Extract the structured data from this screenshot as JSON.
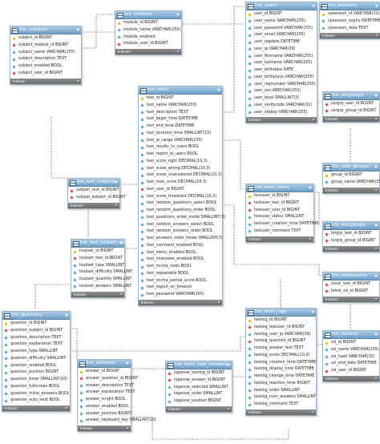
{
  "diagram": {
    "footer_label": "Indexes",
    "tables": [
      {
        "name": "tce_subjects",
        "fields": [
          {
            "n": "subject_id BIGINT",
            "t": "key"
          },
          {
            "n": "subject_module_id BIGINT",
            "t": "fk"
          },
          {
            "n": "subject_name VARCHAR(255)",
            "t": "col"
          },
          {
            "n": "subject_description TEXT",
            "t": "col"
          },
          {
            "n": "subject_enabled BOOL",
            "t": "col"
          },
          {
            "n": "subject_user_id BIGINT",
            "t": "fk"
          }
        ]
      },
      {
        "name": "tce_modules",
        "fields": [
          {
            "n": "module_id BIGINT",
            "t": "key"
          },
          {
            "n": "module_name VARCHAR(255)",
            "t": "col"
          },
          {
            "n": "module_enabled",
            "t": "col"
          },
          {
            "n": "module_user_id BIGINT",
            "t": "fk"
          }
        ]
      },
      {
        "name": "tce_users",
        "fields": [
          {
            "n": "user_id BIGINT",
            "t": "key"
          },
          {
            "n": "user_name VARCHAR(255)",
            "t": "col"
          },
          {
            "n": "user_password VARCHAR(255)",
            "t": "col"
          },
          {
            "n": "user_email VARCHAR(255)",
            "t": "col"
          },
          {
            "n": "user_regdate DATETIME",
            "t": "col"
          },
          {
            "n": "user_ip VARCHAR(39)",
            "t": "col"
          },
          {
            "n": "user_firstname VARCHAR(255)",
            "t": "col"
          },
          {
            "n": "user_lastname VARCHAR(255)",
            "t": "col"
          },
          {
            "n": "user_birthdate DATE",
            "t": "col"
          },
          {
            "n": "user_birthplace VARCHAR(255)",
            "t": "col"
          },
          {
            "n": "user_regnumber VARCHAR(255)",
            "t": "col"
          },
          {
            "n": "user_ssn VARCHAR(255)",
            "t": "col"
          },
          {
            "n": "user_level SMALLINT(3)",
            "t": "col"
          },
          {
            "n": "user_verifycode VARCHAR(32)",
            "t": "col"
          },
          {
            "n": "user_otpkey VARCHAR(255)",
            "t": "col"
          }
        ]
      },
      {
        "name": "tce_sessions",
        "fields": [
          {
            "n": "cpsession_id VARCHAR(32)",
            "t": "key"
          },
          {
            "n": "cpsession_expiry DATETIME",
            "t": "col"
          },
          {
            "n": "cpsession_data TEXT",
            "t": "col"
          }
        ]
      },
      {
        "name": "tce_tests",
        "fields": [
          {
            "n": "test_id BIGINT",
            "t": "key"
          },
          {
            "n": "test_name VARCHAR(255)",
            "t": "col"
          },
          {
            "n": "test_description TEXT",
            "t": "col"
          },
          {
            "n": "test_begin_time DATETIME",
            "t": "col"
          },
          {
            "n": "test_end_time DATETIME",
            "t": "col"
          },
          {
            "n": "test_duration_time SMALLINT(10)",
            "t": "col"
          },
          {
            "n": "test_ip_range VARCHAR(255)",
            "t": "col"
          },
          {
            "n": "test_results_to_users BOOL",
            "t": "col"
          },
          {
            "n": "test_report_to_users BOOL",
            "t": "col"
          },
          {
            "n": "test_score_right DECIMAL(10,3)",
            "t": "col"
          },
          {
            "n": "test_score_wrong DECIMAL(10,3)",
            "t": "col"
          },
          {
            "n": "test_score_unanswered DECIMAL(10,3)",
            "t": "col"
          },
          {
            "n": "test_max_score DECIMAL(10,3)",
            "t": "col"
          },
          {
            "n": "test_user_id BIGINT",
            "t": "fk"
          },
          {
            "n": "test_score_threshold DECIMAL(10,3)",
            "t": "col"
          },
          {
            "n": "test_random_questions_select BOOL",
            "t": "col"
          },
          {
            "n": "test_random_questions_order BOOL",
            "t": "col"
          },
          {
            "n": "test_questions_order_mode SMALLINT(3)",
            "t": "col"
          },
          {
            "n": "test_random_answers_select BOOL",
            "t": "col"
          },
          {
            "n": "test_random_answers_order BOOL",
            "t": "col"
          },
          {
            "n": "test_answers_order_mode SMALLINT(3)",
            "t": "col"
          },
          {
            "n": "test_comment_enabled BOOL",
            "t": "col"
          },
          {
            "n": "test_menu_enabled BOOL",
            "t": "col"
          },
          {
            "n": "test_noanswer_enabled BOOL",
            "t": "col"
          },
          {
            "n": "test_mcma_radio BOOL",
            "t": "col"
          },
          {
            "n": "test_repeatable BOOL",
            "t": "col"
          },
          {
            "n": "test_mcma_partial_score BOOL",
            "t": "col"
          },
          {
            "n": "test_logout_on_timeout",
            "t": "col"
          },
          {
            "n": "test_password VARCHAR(255)",
            "t": "col"
          }
        ]
      },
      {
        "name": "tce_usrgroups",
        "fields": [
          {
            "n": "usrgrp_user_id BIGINT",
            "t": "fk"
          },
          {
            "n": "usrgrp_group_id BIGINT",
            "t": "fk"
          }
        ]
      },
      {
        "name": "tce_user_groups",
        "fields": [
          {
            "n": "group_id BIGINT",
            "t": "key"
          },
          {
            "n": "group_name VARCHAR(255)",
            "t": "col"
          }
        ]
      },
      {
        "name": "tce_tests_users",
        "fields": [
          {
            "n": "testuser_id BIGINT",
            "t": "key"
          },
          {
            "n": "testuser_test_id BIGINT",
            "t": "fk"
          },
          {
            "n": "testuser_user_id BIGINT",
            "t": "fk"
          },
          {
            "n": "testuser_status SMALLINT",
            "t": "col"
          },
          {
            "n": "testuser_creation_time DATETIME",
            "t": "col"
          },
          {
            "n": "testuser_comment TEXT",
            "t": "col"
          }
        ]
      },
      {
        "name": "tce_testgroups",
        "fields": [
          {
            "n": "tsrgrp_test_id BIGINT",
            "t": "fk"
          },
          {
            "n": "tsrgrp_group_id BIGINT",
            "t": "fk"
          }
        ]
      },
      {
        "name": "tce_test_subjects",
        "fields": [
          {
            "n": "subjset_test_id BIGINT",
            "t": "fk"
          },
          {
            "n": "subjset_subject_id BIGINT",
            "t": "fk"
          }
        ]
      },
      {
        "name": "tce_test_subject_set",
        "fields": [
          {
            "n": "tsubset_id BIGINT",
            "t": "key"
          },
          {
            "n": "tsubset_test_id BIGINT",
            "t": "fk"
          },
          {
            "n": "tsubset_type SMALLINT",
            "t": "col"
          },
          {
            "n": "tsubset_difficulty SMALLINT",
            "t": "col"
          },
          {
            "n": "tsubset_quantity SMALLINT",
            "t": "col"
          },
          {
            "n": "tsubset_answers SMALLINT",
            "t": "col"
          }
        ]
      },
      {
        "name": "tce_testsslcerts",
        "fields": [
          {
            "n": "tstssl_test_id BIGINT",
            "t": "fk"
          },
          {
            "n": "tstssl_ssl_id BIGINT",
            "t": "fk"
          }
        ]
      },
      {
        "name": "tce_questions",
        "fields": [
          {
            "n": "question_id BIGINT",
            "t": "key"
          },
          {
            "n": "question_subject_id BIGINT",
            "t": "fk"
          },
          {
            "n": "question_description TEXT",
            "t": "col"
          },
          {
            "n": "question_explanation TEXT",
            "t": "col"
          },
          {
            "n": "question_type SMALLINT",
            "t": "col"
          },
          {
            "n": "question_difficulty SMALLINT",
            "t": "col"
          },
          {
            "n": "question_enabled BOOL",
            "t": "col"
          },
          {
            "n": "question_position BIGINT",
            "t": "col"
          },
          {
            "n": "question_timer SMALLINT(10)",
            "t": "col"
          },
          {
            "n": "question_fullscreen BOOL",
            "t": "col"
          },
          {
            "n": "question_inline_answers BOOL",
            "t": "col"
          },
          {
            "n": "question_auto_next BOOL",
            "t": "col"
          }
        ]
      },
      {
        "name": "tce_answers",
        "fields": [
          {
            "n": "answer_id BIGINT",
            "t": "key"
          },
          {
            "n": "answer_question_id BIGINT",
            "t": "fk"
          },
          {
            "n": "answer_description TEXT",
            "t": "col"
          },
          {
            "n": "answer_explanation TEXT",
            "t": "col"
          },
          {
            "n": "answer_isright BOOL",
            "t": "col"
          },
          {
            "n": "answer_enabled BOOL",
            "t": "col"
          },
          {
            "n": "answer_position BIGINT",
            "t": "col"
          },
          {
            "n": "answer_keyboard_key SMALLINT(10)",
            "t": "col"
          }
        ]
      },
      {
        "name": "tce_tests_logs_answers",
        "fields": [
          {
            "n": "logansw_testlog_id BIGINT",
            "t": "fk"
          },
          {
            "n": "logansw_answer_id BIGINT",
            "t": "fk"
          },
          {
            "n": "logansw_selected SMALLINT",
            "t": "col"
          },
          {
            "n": "logansw_order SMALLINT",
            "t": "col"
          },
          {
            "n": "logansw_position BIGINT",
            "t": "col"
          }
        ]
      },
      {
        "name": "tce_tests_logs",
        "fields": [
          {
            "n": "testlog_id BIGINT",
            "t": "key"
          },
          {
            "n": "testlog_testuser_id BIGINT",
            "t": "fk"
          },
          {
            "n": "testlog_user_ip VARCHAR(39)",
            "t": "col"
          },
          {
            "n": "testlog_question_id BIGINT",
            "t": "fk"
          },
          {
            "n": "testlog_answer_text TEXT",
            "t": "col"
          },
          {
            "n": "testlog_score DECIMAL(10,3)",
            "t": "col"
          },
          {
            "n": "testlog_creation_time DATETIME",
            "t": "col"
          },
          {
            "n": "testlog_display_time DATETIME",
            "t": "col"
          },
          {
            "n": "testlog_change_time DATETIME",
            "t": "col"
          },
          {
            "n": "testlog_reaction_time BIGINT",
            "t": "col"
          },
          {
            "n": "testlog_order SMALLINT",
            "t": "col"
          },
          {
            "n": "testlog_num_answers SMALLINT",
            "t": "col"
          },
          {
            "n": "testlog_comment TEXT",
            "t": "col"
          }
        ]
      },
      {
        "name": "tce_sslcerts",
        "fields": [
          {
            "n": "ssl_id BIGINT",
            "t": "key"
          },
          {
            "n": "ssl_name VARCHAR(255)",
            "t": "col"
          },
          {
            "n": "ssl_hash VARCHAR(32)",
            "t": "col"
          },
          {
            "n": "ssl_end_date DATETIME",
            "t": "col"
          },
          {
            "n": "ssl_user_id BIGINT",
            "t": "fk"
          }
        ]
      }
    ]
  },
  "colors": {
    "header": "#6f9fc9",
    "line": "#333333",
    "key": "#e8b923",
    "fk": "#d94848",
    "col": "#52a6d8"
  }
}
